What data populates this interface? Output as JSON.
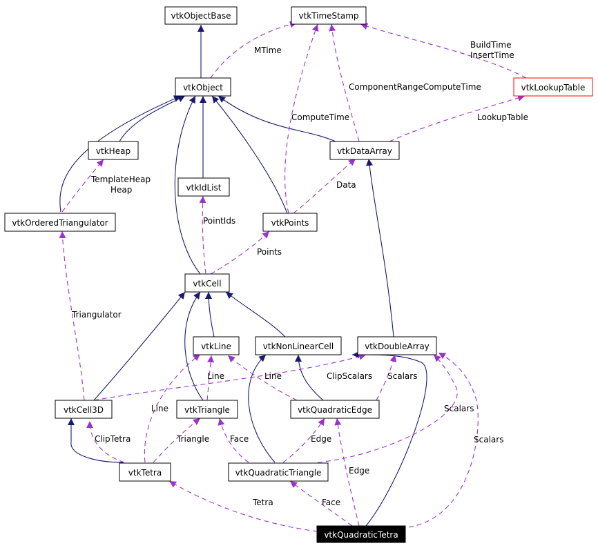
{
  "colors": {
    "inheritance": "#191970",
    "usage": "#9a32cd",
    "highlight_bg": "#000000",
    "highlight_fg": "#ffffff",
    "external_border": "#ff0000"
  },
  "nodes": {
    "vtkObjectBase": "vtkObjectBase",
    "vtkTimeStamp": "vtkTimeStamp",
    "vtkObject": "vtkObject",
    "vtkLookupTable": "vtkLookupTable",
    "vtkHeap": "vtkHeap",
    "vtkDataArray": "vtkDataArray",
    "vtkIdList": "vtkIdList",
    "vtkOrderedTriangulator": "vtkOrderedTriangulator",
    "vtkPoints": "vtkPoints",
    "vtkCell": "vtkCell",
    "vtkLine": "vtkLine",
    "vtkNonLinearCell": "vtkNonLinearCell",
    "vtkDoubleArray": "vtkDoubleArray",
    "vtkCell3D": "vtkCell3D",
    "vtkTriangle": "vtkTriangle",
    "vtkQuadraticEdge": "vtkQuadraticEdge",
    "vtkTetra": "vtkTetra",
    "vtkQuadraticTriangle": "vtkQuadraticTriangle",
    "vtkQuadraticTetra": "vtkQuadraticTetra"
  },
  "edge_labels": {
    "mtime": "MTime",
    "buildtime": "BuildTime",
    "inserttime": "InsertTime",
    "componentrange": "ComponentRangeComputeTime",
    "computetime": "ComputeTime",
    "lookuptable": "LookupTable",
    "templateheap": "TemplateHeap",
    "heap": "Heap",
    "data": "Data",
    "pointids": "PointIds",
    "points": "Points",
    "triangulator": "Triangulator",
    "line_a": "Line",
    "line_b": "Line",
    "line_c": "Line",
    "clipscalars": "ClipScalars",
    "scalars_a": "Scalars",
    "scalars_b": "Scalars",
    "scalars_c": "Scalars",
    "cliptetra": "ClipTetra",
    "triangle": "Triangle",
    "face_a": "Face",
    "edge_a": "Edge",
    "edge_b": "Edge",
    "tetra": "Tetra",
    "face_b": "Face"
  }
}
